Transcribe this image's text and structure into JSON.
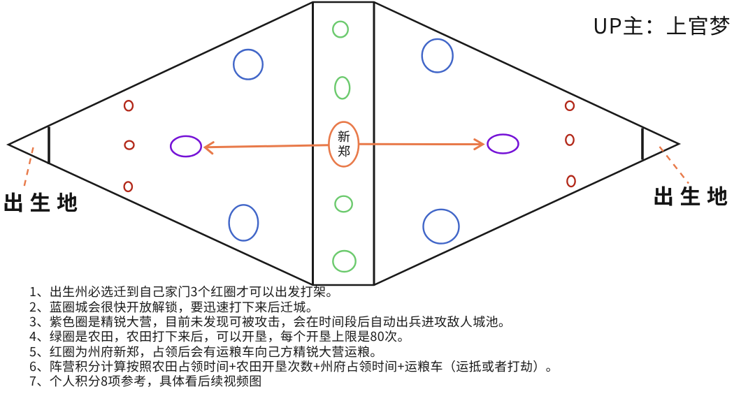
{
  "header": {
    "author_credit": "UP主：上官梦"
  },
  "map": {
    "left_spawn_label": "出生地",
    "right_spawn_label": "出生地",
    "center_city_name": "新郑",
    "colors": {
      "outline": "#1a1a1a",
      "orange": "#e87a4a",
      "purple": "#7512d6",
      "blue": "#4166c8",
      "green": "#6cca6e",
      "red": "#b22819"
    }
  },
  "notes": {
    "items": [
      "1、出生州必选迁到自己家门3个红圈才可以出发打架。",
      "2、蓝圈城会很快开放解锁，要迅速打下来后迁城。",
      "3、紫色圈是精锐大营，目前未发现可被攻击，会在时间段后自动出兵进攻敌人城池。",
      "4、绿圈是农田，农田打下来后，可以开垦，每个开垦上限是80次。",
      "5、红圈为州府新郑，占领后会有运粮车向己方精锐大营运粮。",
      "6、阵营积分计算按照农田占领时间+农田开垦次数+州府占领时间+运粮车（运抵或者打劫）。",
      "7、个人积分8项参考，具体看后续视频图"
    ]
  }
}
